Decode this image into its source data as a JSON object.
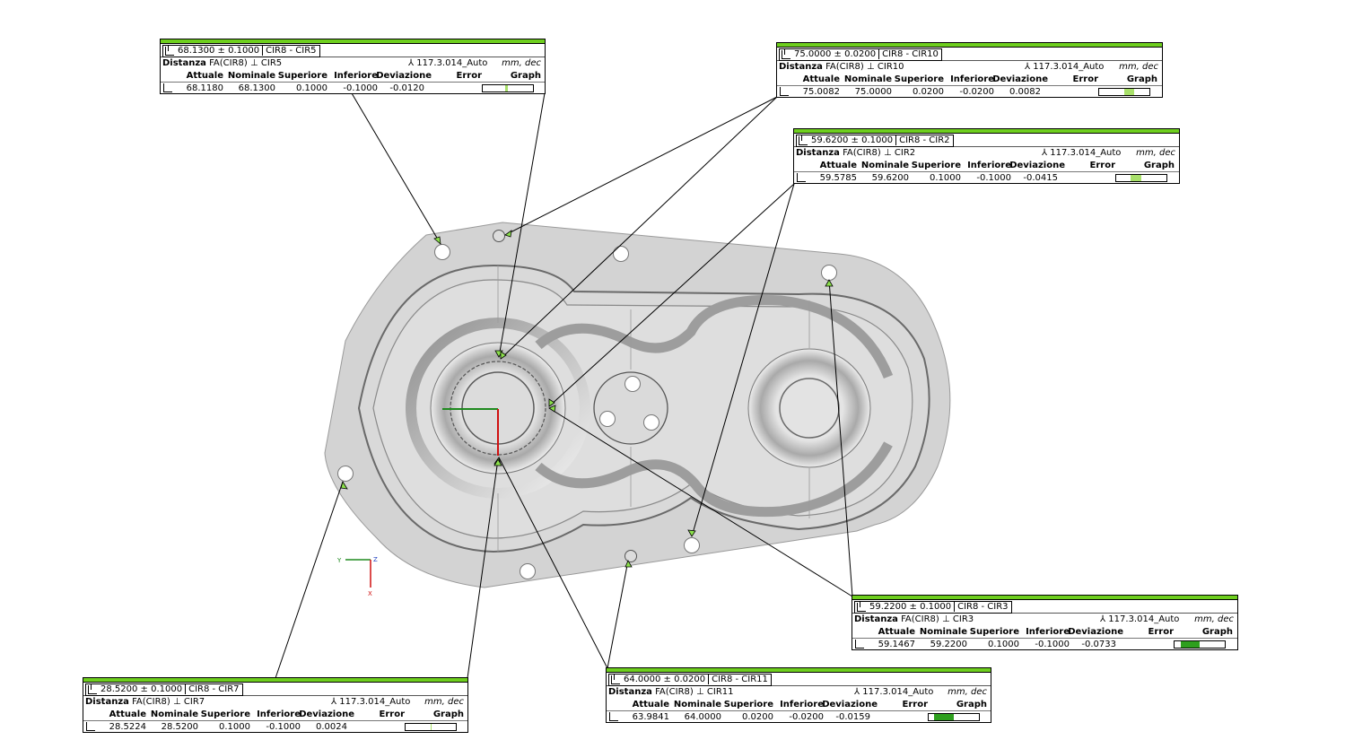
{
  "callouts": [
    {
      "id": "cir5",
      "tol": "68.1300 ± 0.1000",
      "ref": "CIR8 - CIR5",
      "label": "Distanza",
      "feat": "FA(CIR8)",
      "target": "CIR5",
      "alignment": "117.3.014_Auto",
      "units": "mm, dec",
      "h": {
        "a": "Attuale",
        "n": "Nominale",
        "s": "Superiore",
        "i": "Inferiore",
        "d": "Deviazione",
        "e": "Error",
        "g": "Graph"
      },
      "actual": "68.1180",
      "nominal": "68.1300",
      "upper": "0.1000",
      "lower": "-0.1000",
      "dev": "-0.0120",
      "error": "",
      "deviation_fraction": -0.12
    },
    {
      "id": "cir10",
      "tol": "75.0000 ± 0.0200",
      "ref": "CIR8 - CIR10",
      "label": "Distanza",
      "feat": "FA(CIR8)",
      "target": "CIR10",
      "alignment": "117.3.014_Auto",
      "units": "mm, dec",
      "h": {
        "a": "Attuale",
        "n": "Nominale",
        "s": "Superiore",
        "i": "Inferiore",
        "d": "Deviazione",
        "e": "Error",
        "g": "Graph"
      },
      "actual": "75.0082",
      "nominal": "75.0000",
      "upper": "0.0200",
      "lower": "-0.0200",
      "dev": "0.0082",
      "error": "",
      "deviation_fraction": 0.41
    },
    {
      "id": "cir2",
      "tol": "59.6200 ± 0.1000",
      "ref": "CIR8 - CIR2",
      "label": "Distanza",
      "feat": "FA(CIR8)",
      "target": "CIR2",
      "alignment": "117.3.014_Auto",
      "units": "mm, dec",
      "h": {
        "a": "Attuale",
        "n": "Nominale",
        "s": "Superiore",
        "i": "Inferiore",
        "d": "Deviazione",
        "e": "Error",
        "g": "Graph"
      },
      "actual": "59.5785",
      "nominal": "59.6200",
      "upper": "0.1000",
      "lower": "-0.1000",
      "dev": "-0.0415",
      "error": "",
      "deviation_fraction": -0.415
    },
    {
      "id": "cir3",
      "tol": "59.2200 ± 0.1000",
      "ref": "CIR8 - CIR3",
      "label": "Distanza",
      "feat": "FA(CIR8)",
      "target": "CIR3",
      "alignment": "117.3.014_Auto",
      "units": "mm, dec",
      "h": {
        "a": "Attuale",
        "n": "Nominale",
        "s": "Superiore",
        "i": "Inferiore",
        "d": "Deviazione",
        "e": "Error",
        "g": "Graph"
      },
      "actual": "59.1467",
      "nominal": "59.2200",
      "upper": "0.1000",
      "lower": "-0.1000",
      "dev": "-0.0733",
      "error": "",
      "deviation_fraction": -0.733
    },
    {
      "id": "cir11",
      "tol": "64.0000 ± 0.0200",
      "ref": "CIR8 - CIR11",
      "label": "Distanza",
      "feat": "FA(CIR8)",
      "target": "CIR11",
      "alignment": "117.3.014_Auto",
      "units": "mm, dec",
      "h": {
        "a": "Attuale",
        "n": "Nominale",
        "s": "Superiore",
        "i": "Inferiore",
        "d": "Deviazione",
        "e": "Error",
        "g": "Graph"
      },
      "actual": "63.9841",
      "nominal": "64.0000",
      "upper": "0.0200",
      "lower": "-0.0200",
      "dev": "-0.0159",
      "error": "",
      "deviation_fraction": -0.795
    },
    {
      "id": "cir7",
      "tol": "28.5200 ± 0.1000",
      "ref": "CIR8 - CIR7",
      "label": "Distanza",
      "feat": "FA(CIR8)",
      "target": "CIR7",
      "alignment": "117.3.014_Auto",
      "units": "mm, dec",
      "h": {
        "a": "Attuale",
        "n": "Nominale",
        "s": "Superiore",
        "i": "Inferiore",
        "d": "Deviazione",
        "e": "Error",
        "g": "Graph"
      },
      "actual": "28.5224",
      "nominal": "28.5200",
      "upper": "0.1000",
      "lower": "-0.1000",
      "dev": "0.0024",
      "error": "",
      "deviation_fraction": 0.024
    }
  ],
  "triad": {
    "y": "Y",
    "z": "Z",
    "x": "X"
  },
  "colors": {
    "accent": "#6ecf1e",
    "fill_dark": "#2e9f1e",
    "fill_light": "#a8e06a",
    "part": "#d3d3d3"
  }
}
